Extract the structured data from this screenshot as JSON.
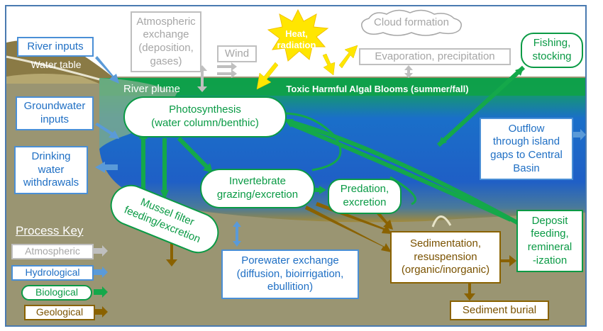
{
  "labels": {
    "river_inputs": "River inputs",
    "water_table": "Water table",
    "river_plume": "River plume",
    "groundwater_inputs": "Groundwater\ninputs",
    "drinking_water": "Drinking\nwater\nwithdrawals",
    "atmospheric_exchange": "Atmospheric\nexchange\n(deposition,\ngases)",
    "wind": "Wind",
    "heat_radiation": "Heat,\nradiation",
    "cloud_formation": "Cloud formation",
    "evaporation": "Evaporation, precipitation",
    "fishing": "Fishing,\nstocking",
    "toxic_habs": "Toxic Harmful Algal Blooms (summer/fall)",
    "photosynthesis": "Photosynthesis\n(water column/benthic)",
    "outflow": "Outflow\nthrough island\ngaps to Central\nBasin",
    "invertebrate": "Invertebrate\ngrazing/excretion",
    "predation": "Predation,\nexcretion",
    "mussel": "Mussel filter\nfeeding/excretion",
    "porewater": "Porewater exchange\n(diffusion, bioirrigation,\nebullition)",
    "sedimentation": "Sedimentation,\nresuspension\n(organic/inorganic)",
    "deposit_feeding": "Deposit\nfeeding,\nremineral\n-ization",
    "sediment_burial": "Sediment burial"
  },
  "legend": {
    "title": "Process Key",
    "items": [
      {
        "label": "Atmospheric",
        "color": "#a6a6a6",
        "arrow": "#bfbfbf"
      },
      {
        "label": "Hydrological",
        "color": "#1f6fc4",
        "arrow": "#5a9ad8"
      },
      {
        "label": "Biological",
        "color": "#0a9a45",
        "arrow": "#14a84a"
      },
      {
        "label": "Geological",
        "color": "#7a5200",
        "arrow": "#8a6200"
      }
    ]
  },
  "colors": {
    "sediment": "#9a9572",
    "water_blue": "#1f63c8",
    "algae_green": "#0fa04a",
    "bio_arrow": "#14a84a",
    "hyd_arrow": "#5a9ad8",
    "geo_arrow": "#8a6200",
    "atm_arrow": "#bfbfbf",
    "sun": "#ffe600"
  }
}
